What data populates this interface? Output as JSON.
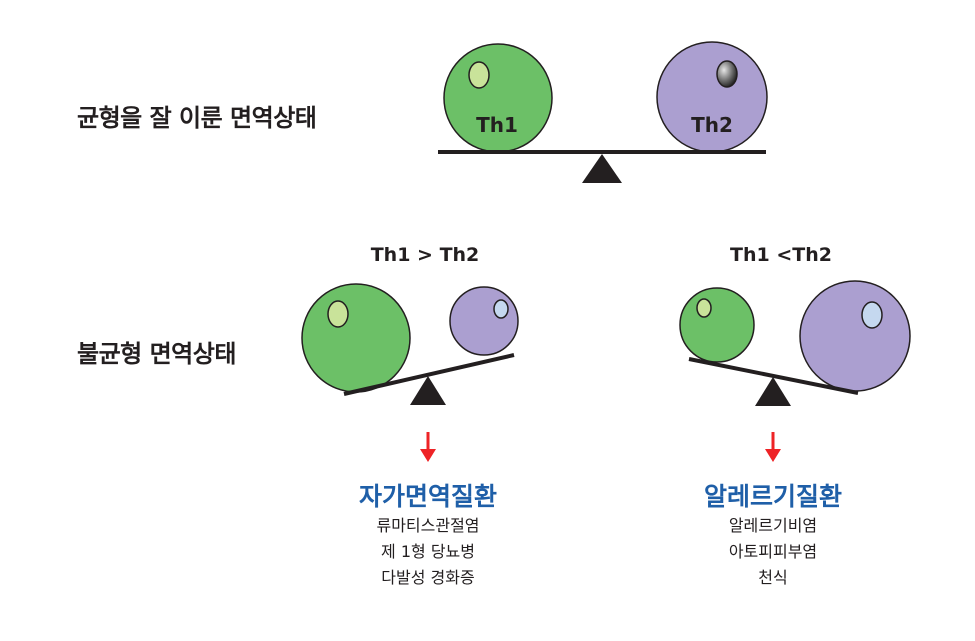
{
  "labels": {
    "balanced": "균형을 잘 이룬 면역상태",
    "imbalanced": "불균형 면역상태"
  },
  "cells": {
    "th1": "Th1",
    "th2": "Th2"
  },
  "comparisons": {
    "left": "Th1 > Th2",
    "right": "Th1 <Th2"
  },
  "diseases": {
    "autoimmune": {
      "title": "자가면역질환",
      "items": [
        "류마티스관절염",
        "제 1형 당뇨병",
        "다발성 경화증"
      ]
    },
    "allergic": {
      "title": "알레르기질환",
      "items": [
        "알레르기비염",
        "아토피피부염",
        "천식"
      ]
    }
  },
  "colors": {
    "th1_fill": "#6cc067",
    "th1_nucleus": "#c9e39a",
    "th2_fill": "#ab9fd0",
    "th2_nucleus_light": "#c5d8ef",
    "arrow": "#ee2326",
    "title_blue": "#1f5fa8"
  }
}
